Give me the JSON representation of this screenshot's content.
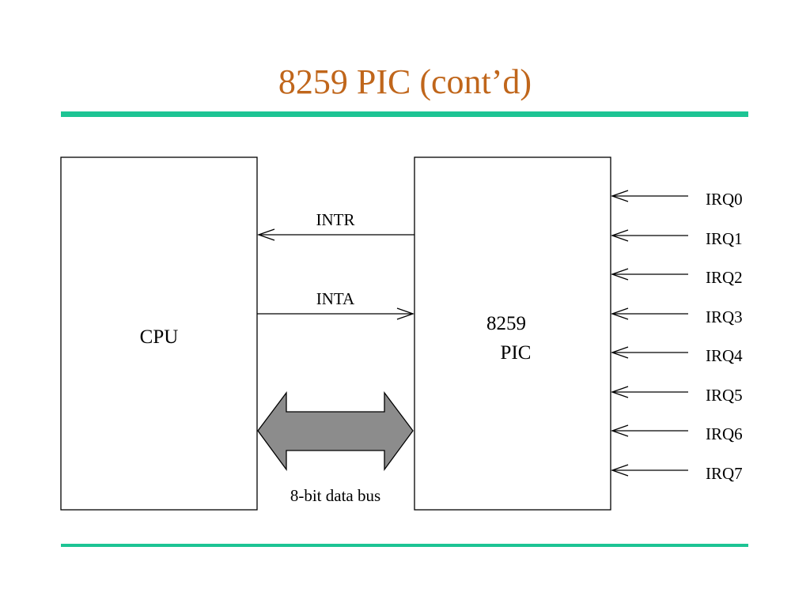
{
  "slide": {
    "title": "8259 PIC (cont’d)"
  },
  "diagram": {
    "cpu_label": "CPU",
    "pic_label_line1": "8259",
    "pic_label_line2": "PIC",
    "intr_label": "INTR",
    "inta_label": "INTA",
    "bus_label": "8-bit data bus",
    "irq_labels": [
      "IRQ0",
      "IRQ1",
      "IRQ2",
      "IRQ3",
      "IRQ4",
      "IRQ5",
      "IRQ6",
      "IRQ7"
    ],
    "colors": {
      "title": "#c0661b",
      "rule": "#1dc494",
      "bus_fill": "#8c8c8c"
    }
  }
}
